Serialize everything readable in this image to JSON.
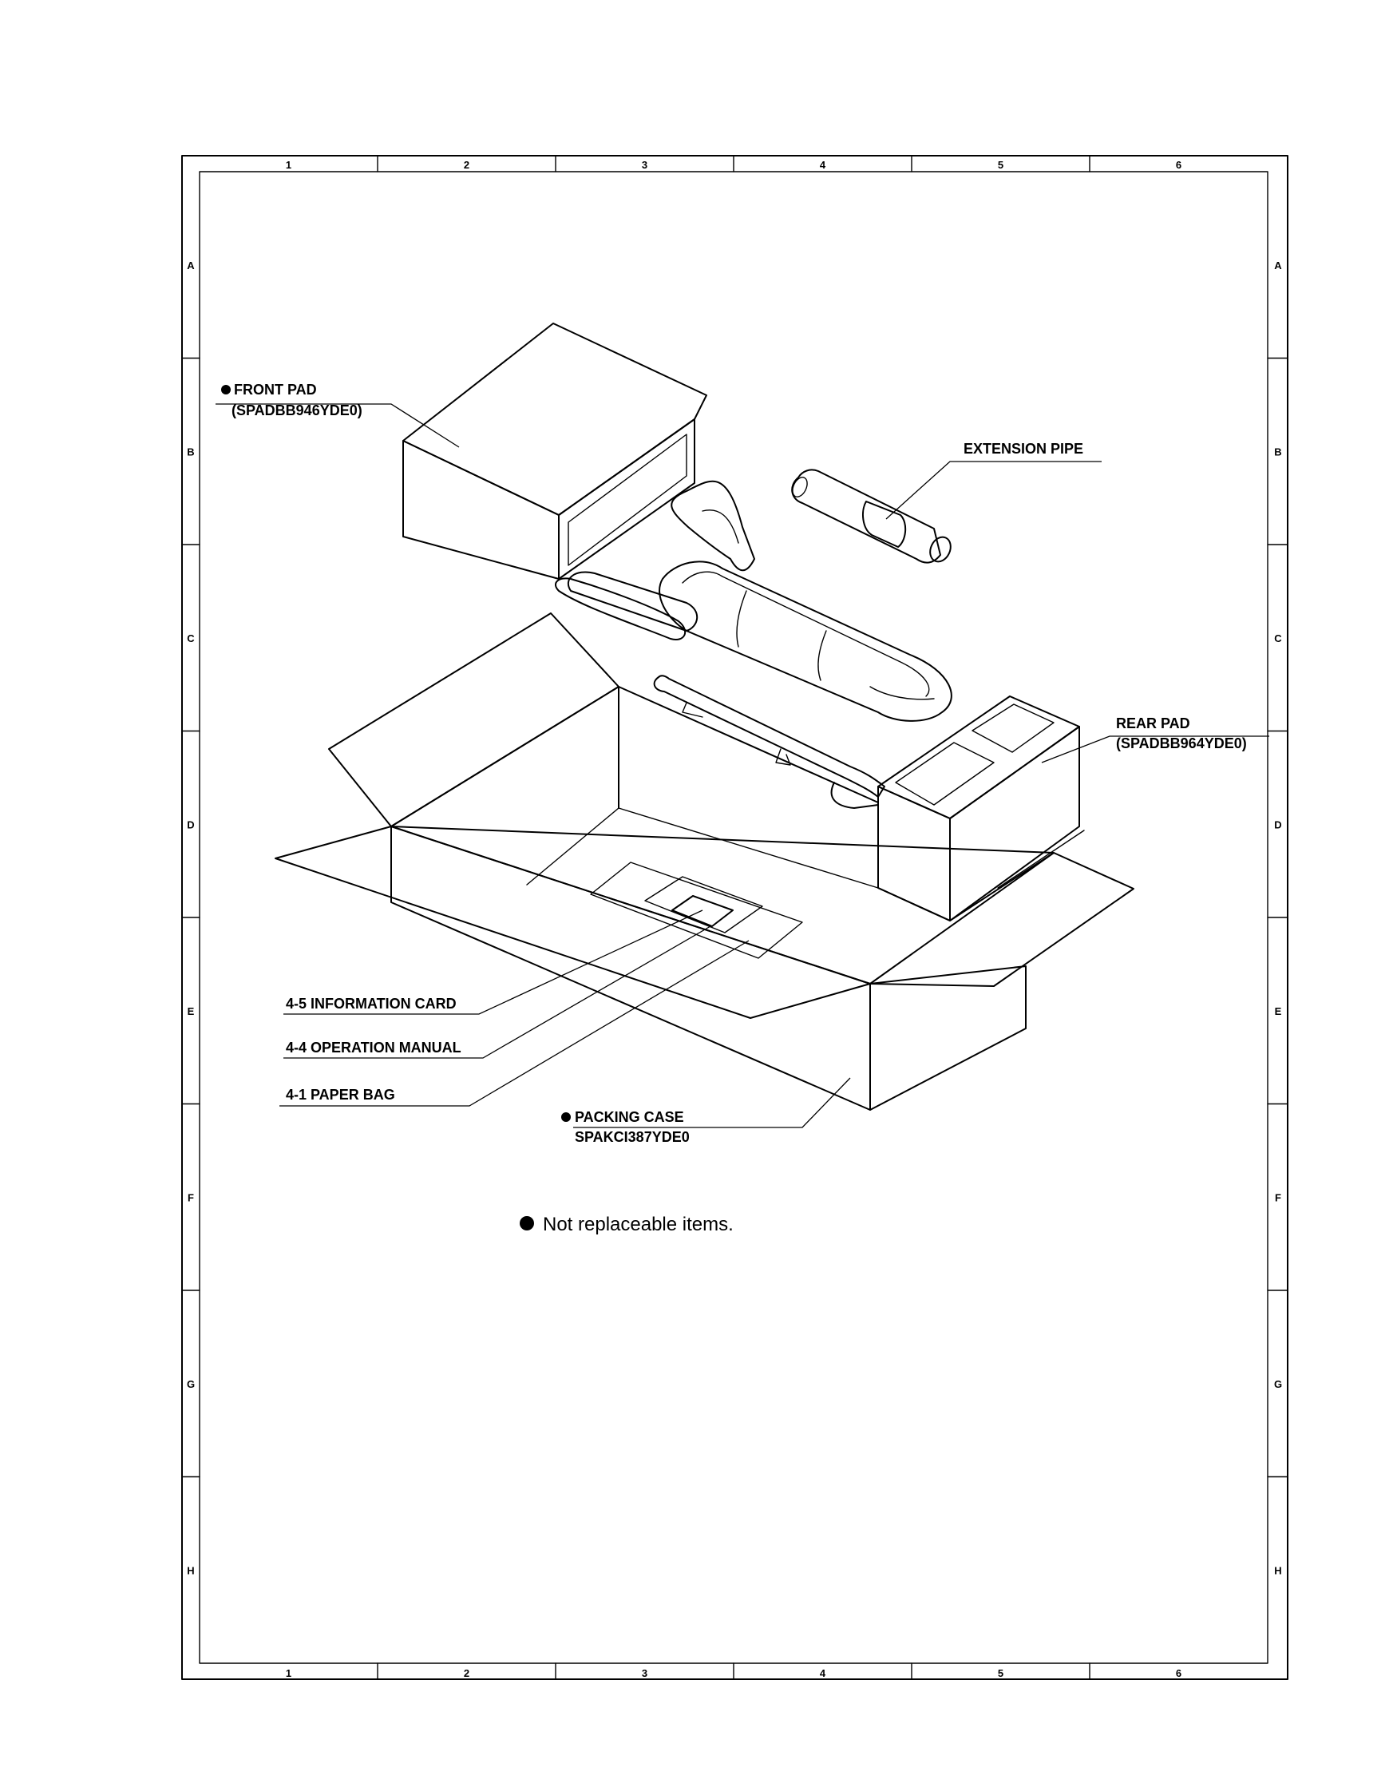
{
  "frame": {
    "columns": [
      "1",
      "2",
      "3",
      "4",
      "5",
      "6"
    ],
    "rows": [
      "A",
      "B",
      "C",
      "D",
      "E",
      "F",
      "G",
      "H"
    ]
  },
  "callouts": {
    "front_pad": {
      "name": "FRONT PAD",
      "code": "(SPADBB946YDE0)",
      "marker": "bullet"
    },
    "extension_pipe": {
      "name": "EXTENSION PIPE"
    },
    "rear_pad": {
      "name": "REAR PAD",
      "code": "(SPADBB964YDE0)"
    },
    "information_card": {
      "name": "4-5 INFORMATION CARD"
    },
    "operation_manual": {
      "name": "4-4 OPERATION MANUAL"
    },
    "paper_bag": {
      "name": "4-1 PAPER BAG"
    },
    "packing_case": {
      "name": "PACKING CASE",
      "code": "SPAKCI387YDE0",
      "marker": "bullet"
    }
  },
  "note": {
    "text": "Not replaceable items.",
    "marker": "bullet"
  }
}
